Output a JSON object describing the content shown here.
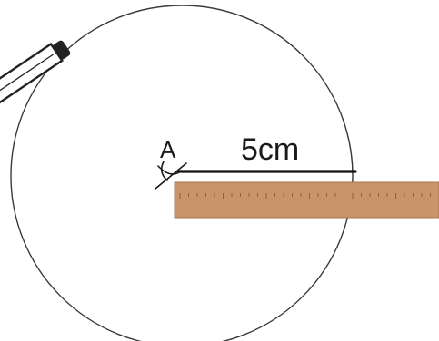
{
  "diagram": {
    "center_label": "A",
    "radius_label": "5cm",
    "colors": {
      "background": "#ffffff",
      "circle_stroke": "#3a3a3a",
      "radius_line": "#111111",
      "ruler_fill": "#c9946a",
      "ruler_edge": "#a8744e",
      "ruler_ticks": "#7a4f32",
      "pencil_outline": "#222222",
      "pencil_body": "#ffffff"
    },
    "icons": [
      "pencil-icon",
      "ruler-icon",
      "compass-point-mark"
    ]
  }
}
